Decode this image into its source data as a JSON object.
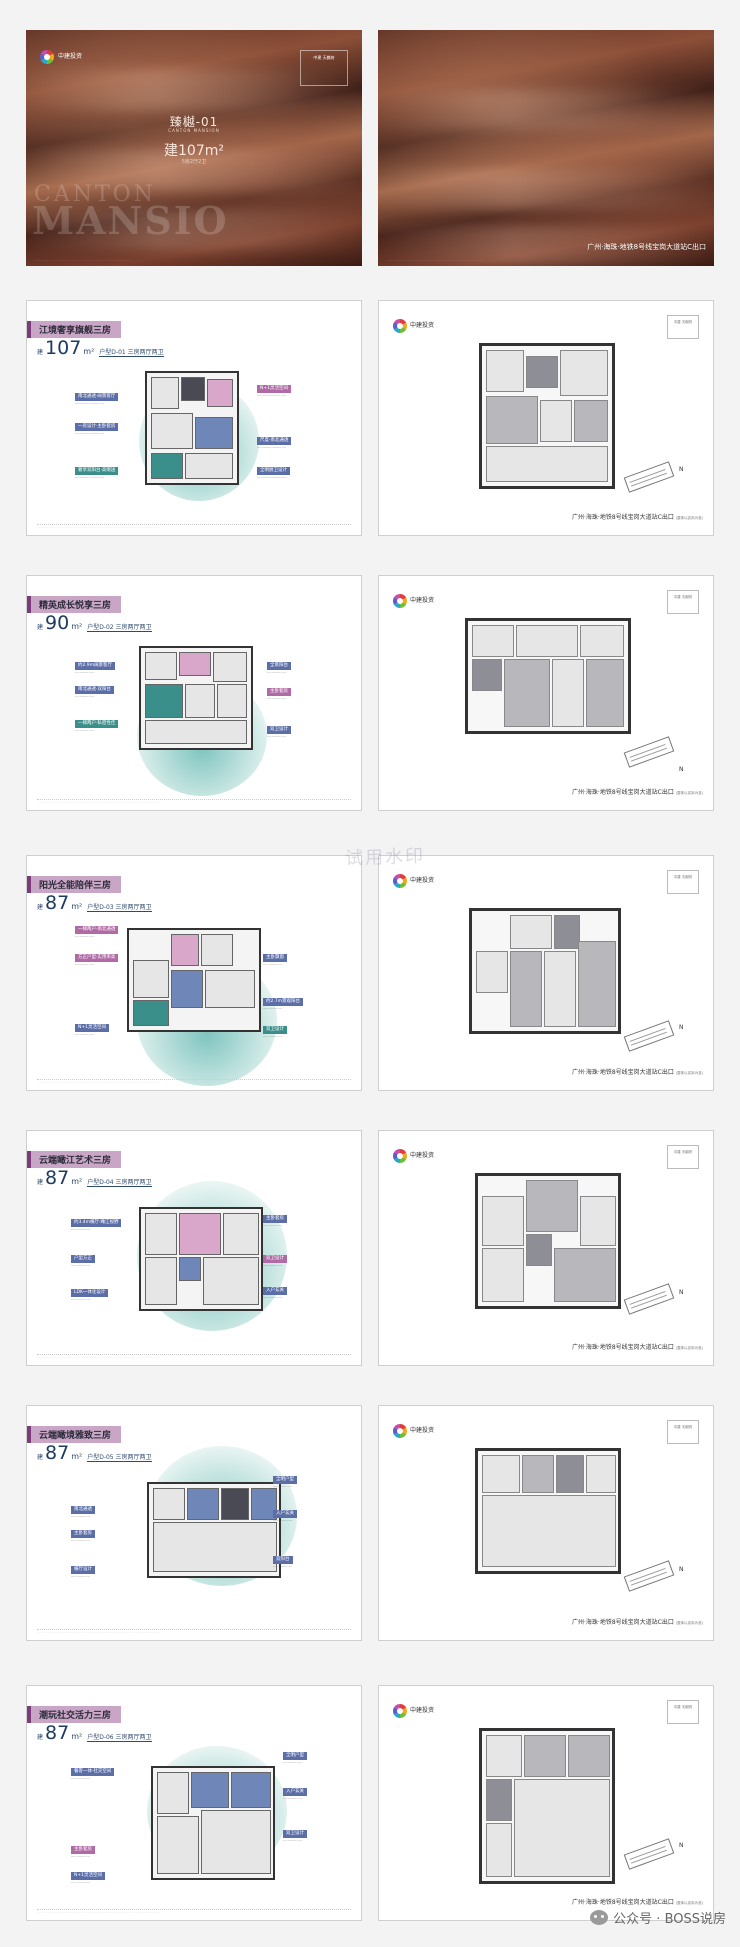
{
  "cover_left": {
    "logo": "中建投资",
    "title": "臻樾-01",
    "subtitle": "CANTON MANSION",
    "area": "建107m²",
    "area_sub": "5房2厅2卫",
    "big1": "CANTON",
    "big2": "MANSIO"
  },
  "cover_right": {
    "brand": "中建 天樾府",
    "address": "广州·海珠·地铁8号线宝岗大道站C出口"
  },
  "plans": [
    {
      "title": "江境奢享旗舰三房",
      "prefix": "建",
      "area": "107",
      "unit": "m²",
      "type": "户型D-01 三房两厅两卫",
      "tags": [
        "南北通透·阔景客厅",
        "一房设计·主卧套房",
        "奢享双阳台·高赠送",
        "N+1灵活空间",
        "尺度·南北通透",
        "全明厨卫设计"
      ]
    },
    {
      "title": "精英成长悦享三房",
      "prefix": "建",
      "area": "90",
      "unit": "m²",
      "type": "户型D-02 三房两厅两卫",
      "tags": [
        "约2.9m阔景客厅",
        "南北通透·双阳台",
        "一梯两户·私密性佳",
        "全景阳台",
        "主卧套房",
        "双卫设计"
      ]
    },
    {
      "title": "阳光全能陪伴三房",
      "prefix": "建",
      "area": "87",
      "unit": "m²",
      "type": "户型D-03 三房两厅两卫",
      "tags": [
        "一梯两户·南北通透",
        "方正户型·实用率高",
        "N+1灵活空间",
        "主卧飘窗",
        "约2.7m景观阳台",
        "双卫设计"
      ]
    },
    {
      "title": "云端瞰江艺术三房",
      "prefix": "建",
      "area": "87",
      "unit": "m²",
      "type": "户型D-04 三房两厅两卫",
      "tags": [
        "约3.4m横厅·瞰江视野",
        "户型方正",
        "LDK一体化设计",
        "主卧套房",
        "双卫设计",
        "入户玄关"
      ]
    },
    {
      "title": "云端瞰境雅致三房",
      "prefix": "建",
      "area": "87",
      "unit": "m²",
      "type": "户型D-05 三房两厅两卫",
      "tags": [
        "南北通透",
        "主卧套房",
        "横厅设计",
        "全明户型",
        "入户玄关",
        "双阳台"
      ]
    },
    {
      "title": "潮玩社交活力三房",
      "prefix": "建",
      "area": "87",
      "unit": "m²",
      "type": "户型D-06 三房两厅两卫",
      "tags": [
        "餐客一体·社交空间",
        "主卧套房",
        "N+1灵活空间",
        "全明户型",
        "入户玄关",
        "双卫设计"
      ]
    }
  ],
  "right_pages": {
    "logo": "中建投资",
    "brand": "中建 天樾府",
    "address": "广州·海珠·地铁8号线宝岗大道站C出口",
    "address_note": "(整体以实际为准)",
    "north": "N"
  },
  "watermark": "试用水印",
  "footer": "公众号 · BOSS说房"
}
